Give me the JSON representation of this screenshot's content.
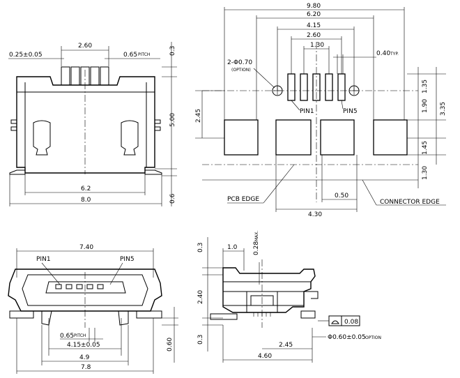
{
  "front_view": {
    "dims": {
      "pin_span": "2.60",
      "pin_width": "0.25±0.05",
      "pitch_value": "0.65",
      "pitch_word": "PITCH",
      "pin_top": "0.3",
      "body_height": "5.00",
      "bottom": "0.6",
      "inner_width": "6.2",
      "overall_width": "8.0"
    }
  },
  "pcb_layout": {
    "dims": {
      "overall": "9.80",
      "outer_pads": "6.20",
      "mid_pads": "4.15",
      "signal_span": "2.60",
      "signal_pitch": "1.30",
      "slot_width": "0.40",
      "slot_width_suffix": "TYP.",
      "hole_note": "2-Φ0.70",
      "hole_option": "(OPTION)",
      "h_135": "1.35",
      "h_190": "1.90",
      "h_335": "3.35",
      "h_145": "1.45",
      "h_130": "1.30",
      "h_245": "2.45",
      "bottom_430": "4.30",
      "bottom_050": "0.50"
    },
    "labels": {
      "pin1": "PIN1",
      "pin5": "PIN5",
      "pcb_edge": "PCB EDGE",
      "connector_edge": "CONNECTOR EDGE"
    }
  },
  "mating_view": {
    "dims": {
      "width": "7.40",
      "pitch_value": "0.65",
      "pitch_word": "PITCH",
      "span": "4.15±0.05",
      "foot": "4.9",
      "overall": "7.8",
      "height": "0.60"
    },
    "labels": {
      "pin1": "PIN1",
      "pin5": "PIN5"
    }
  },
  "side_view": {
    "dims": {
      "top_h": "0.3",
      "body_h": "2.40",
      "bottom_h": "0.3",
      "lead": "1.0",
      "max_value": "0.28",
      "max_word": "MAX.",
      "flatness": "0.08",
      "hole": "Φ0.60±0.05",
      "hole_word": "OPTION",
      "d_245": "2.45",
      "d_460": "4.60"
    }
  }
}
